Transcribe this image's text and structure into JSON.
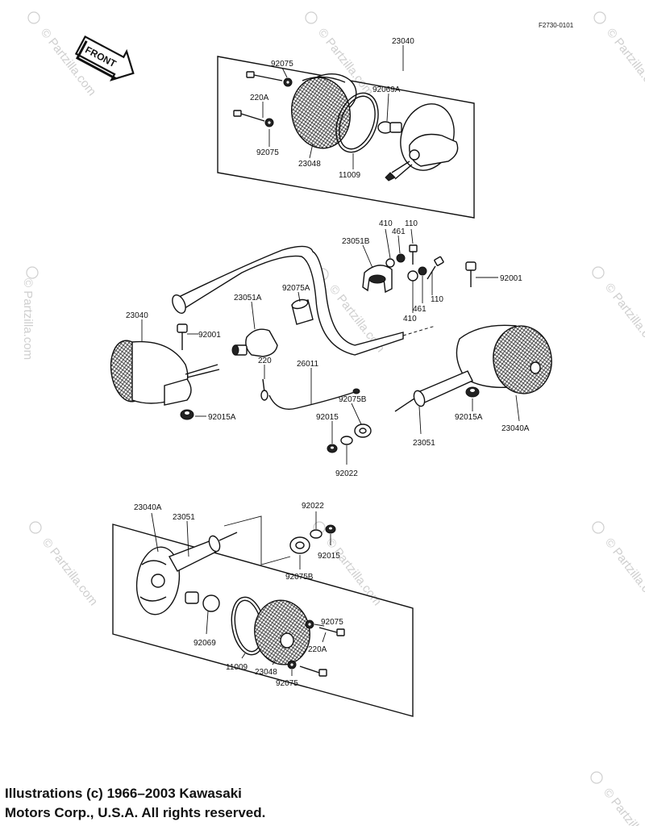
{
  "figure_code": "F2730-0101",
  "front_label": "FRONT",
  "watermark_text": "© Partzilla.com",
  "parts": {
    "p23040_top": "23040",
    "p92075_a": "92075",
    "p220A_a": "220A",
    "p92069A": "92069A",
    "p92075_b": "92075",
    "p23048_a": "23048",
    "p11009_a": "11009",
    "p410_a": "410",
    "p110_a": "110",
    "p461_a": "461",
    "p23051B": "23051B",
    "p92001_r": "92001",
    "p461_b": "461",
    "p110_b": "110",
    "p410_b": "410",
    "p92075A": "92075A",
    "p23051A": "23051A",
    "p23040_left": "23040",
    "p92001_l": "92001",
    "p220": "220",
    "p26011": "26011",
    "p92075B_a": "92075B",
    "p92015_a": "92015",
    "p92015A_l": "92015A",
    "p92015A_r": "92015A",
    "p23040A_r": "23040A",
    "p23051_a": "23051",
    "p92022_a": "92022",
    "p23040A_b": "23040A",
    "p23051_b": "23051",
    "p92022_b": "92022",
    "p92015_b": "92015",
    "p92075B_b": "92075B",
    "p92069": "92069",
    "p92075_c": "92075",
    "p220A_b": "220A",
    "p11009_b": "11009",
    "p23048_b": "23048",
    "p92075_d": "92075"
  },
  "copyright": {
    "line1": "Illustrations (c) 1966–2003 Kawasaki",
    "line2": "Motors Corp., U.S.A.  All rights reserved."
  }
}
